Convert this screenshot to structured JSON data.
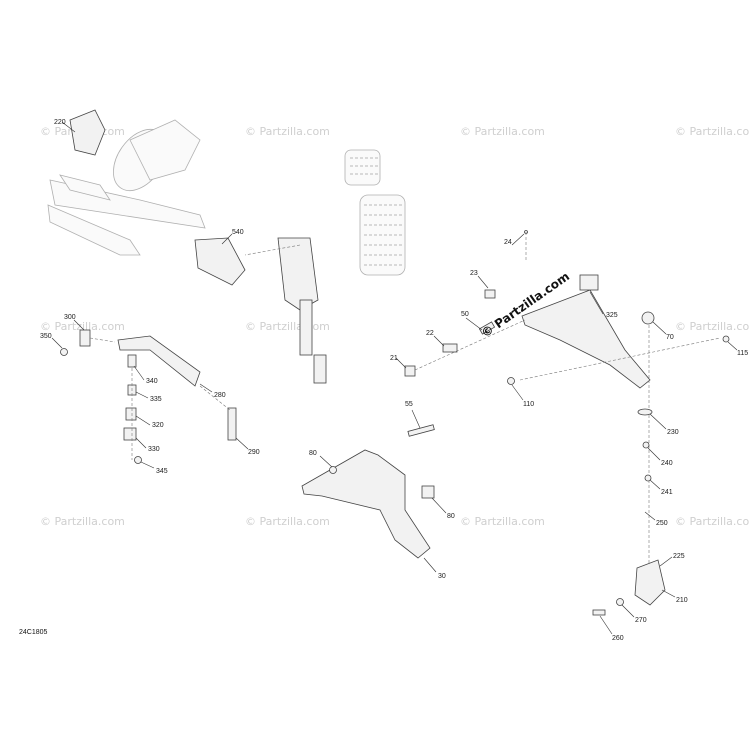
{
  "diagram_code": "24C1805",
  "brand_watermark": "© Partzilla.com",
  "watermark_text": "© Partzilla.com",
  "callouts": [
    "220",
    "540",
    "24",
    "23",
    "325",
    "50",
    "22",
    "21",
    "300",
    "350",
    "340",
    "335",
    "320",
    "330",
    "345",
    "280",
    "290",
    "70",
    "115",
    "110",
    "230",
    "240",
    "241",
    "250",
    "225",
    "210",
    "270",
    "260",
    "55",
    "80",
    "80",
    "30"
  ]
}
